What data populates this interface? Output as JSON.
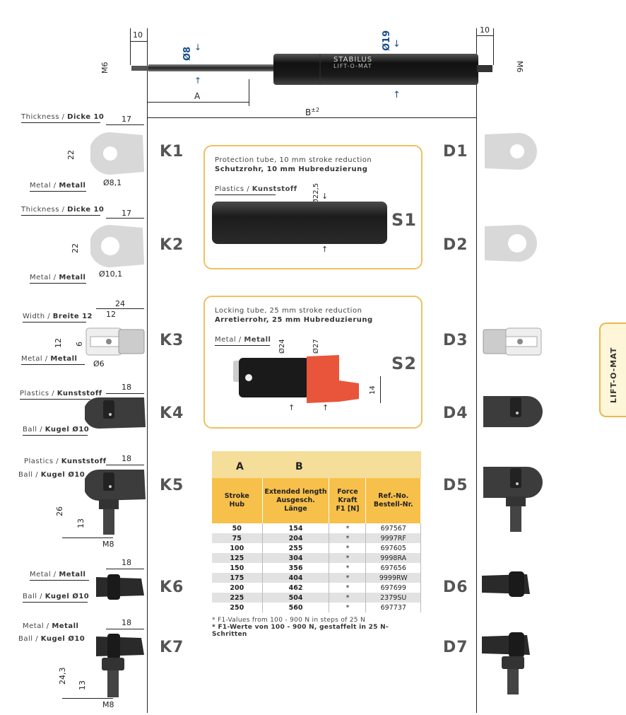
{
  "top": {
    "dim_left_10": "10",
    "dim_right_10": "10",
    "m6_left": "M6",
    "m6_right": "M6",
    "rod_dia": "Ø8",
    "body_dia": "Ø19",
    "dim_a": "A",
    "dim_b": "B",
    "dim_b_tol": "±2",
    "brand": "STABILUS",
    "product": "LIFT-O-MAT"
  },
  "side_tab": "LIFT-O-MAT",
  "fittings_left": [
    {
      "code": "K1",
      "top_label_en": "Thickness / ",
      "top_label_de": "Dicke 10",
      "bottom_label_en": "Metal / ",
      "bottom_label_de": "Metall",
      "dim_width": "17",
      "dim_height": "22",
      "dim_hole": "Ø8,1"
    },
    {
      "code": "K2",
      "top_label_en": "Thickness / ",
      "top_label_de": "Dicke 10",
      "bottom_label_en": "Metal / ",
      "bottom_label_de": "Metall",
      "dim_width": "17",
      "dim_height": "22",
      "dim_hole": "Ø10,1"
    },
    {
      "code": "K3",
      "top_label_en": "Width / ",
      "top_label_de": "Breite 12",
      "bottom_label_en": "Metal / ",
      "bottom_label_de": "Metall",
      "dim_width": "24",
      "dim_inner": "12",
      "dim_height": "12",
      "dim_slot": "6",
      "dim_pin": "Ø6"
    },
    {
      "code": "K4",
      "top_label_en": "Plastics / ",
      "top_label_de": "Kunststoff",
      "bottom_label_en": "Ball / ",
      "bottom_label_de": "Kugel Ø10",
      "dim_width": "18"
    },
    {
      "code": "K5",
      "top_label_en": "Plastics / ",
      "top_label_de": "Kunststoff",
      "second_label_en": "Ball / ",
      "second_label_de": "Kugel Ø10",
      "dim_width": "18",
      "dim_height": "26",
      "dim_thread": "13",
      "thread": "M8"
    },
    {
      "code": "K6",
      "top_label_en": "Metal / ",
      "top_label_de": "Metall",
      "bottom_label_en": "Ball / ",
      "bottom_label_de": "Kugel Ø10",
      "dim_width": "18"
    },
    {
      "code": "K7",
      "top_label_en": "Metal / ",
      "top_label_de": "Metall",
      "second_label_en": "Ball / ",
      "second_label_de": "Kugel Ø10",
      "dim_width": "18",
      "dim_height": "24,3",
      "dim_thread": "13",
      "thread": "M8"
    }
  ],
  "fittings_right": [
    "D1",
    "D2",
    "D3",
    "D4",
    "D5",
    "D6",
    "D7"
  ],
  "s1": {
    "code": "S1",
    "title_en": "Protection tube, 10 mm stroke reduction",
    "title_de": "Schutzrohr, 10 mm Hubreduzierung",
    "material_en": "Plastics / ",
    "material_de": "Kunststoff",
    "dia": "Ø22,5"
  },
  "s2": {
    "code": "S2",
    "title_en": "Locking tube, 25 mm stroke reduction",
    "title_de": "Arretierrohr, 25 mm Hubreduzierung",
    "material_en": "Metal / ",
    "material_de": "Metall",
    "dia_inner": "Ø24",
    "dia_outer": "Ø27",
    "dim_14": "14"
  },
  "table": {
    "header_a": "A",
    "header_b": "B",
    "columns": [
      "Stroke\nHub",
      "Extended length\nAusgesch. Länge",
      "Force\nKraft\nF1 [N]",
      "Ref.-No.\nBestell-Nr."
    ],
    "rows": [
      [
        "50",
        "154",
        "*",
        "697567"
      ],
      [
        "75",
        "204",
        "*",
        "9997RF"
      ],
      [
        "100",
        "255",
        "*",
        "697605"
      ],
      [
        "125",
        "304",
        "*",
        "9998RA"
      ],
      [
        "150",
        "356",
        "*",
        "697656"
      ],
      [
        "175",
        "404",
        "*",
        "9999RW"
      ],
      [
        "200",
        "462",
        "*",
        "697699"
      ],
      [
        "225",
        "504",
        "*",
        "2379SU"
      ],
      [
        "250",
        "560",
        "*",
        "697737"
      ]
    ],
    "footnote_en": "* F1-Values from 100 - 900 N in steps of 25 N",
    "footnote_de": "* F1-Werte von 100 - 900 N, gestaffelt in 25 N-Schritten"
  }
}
